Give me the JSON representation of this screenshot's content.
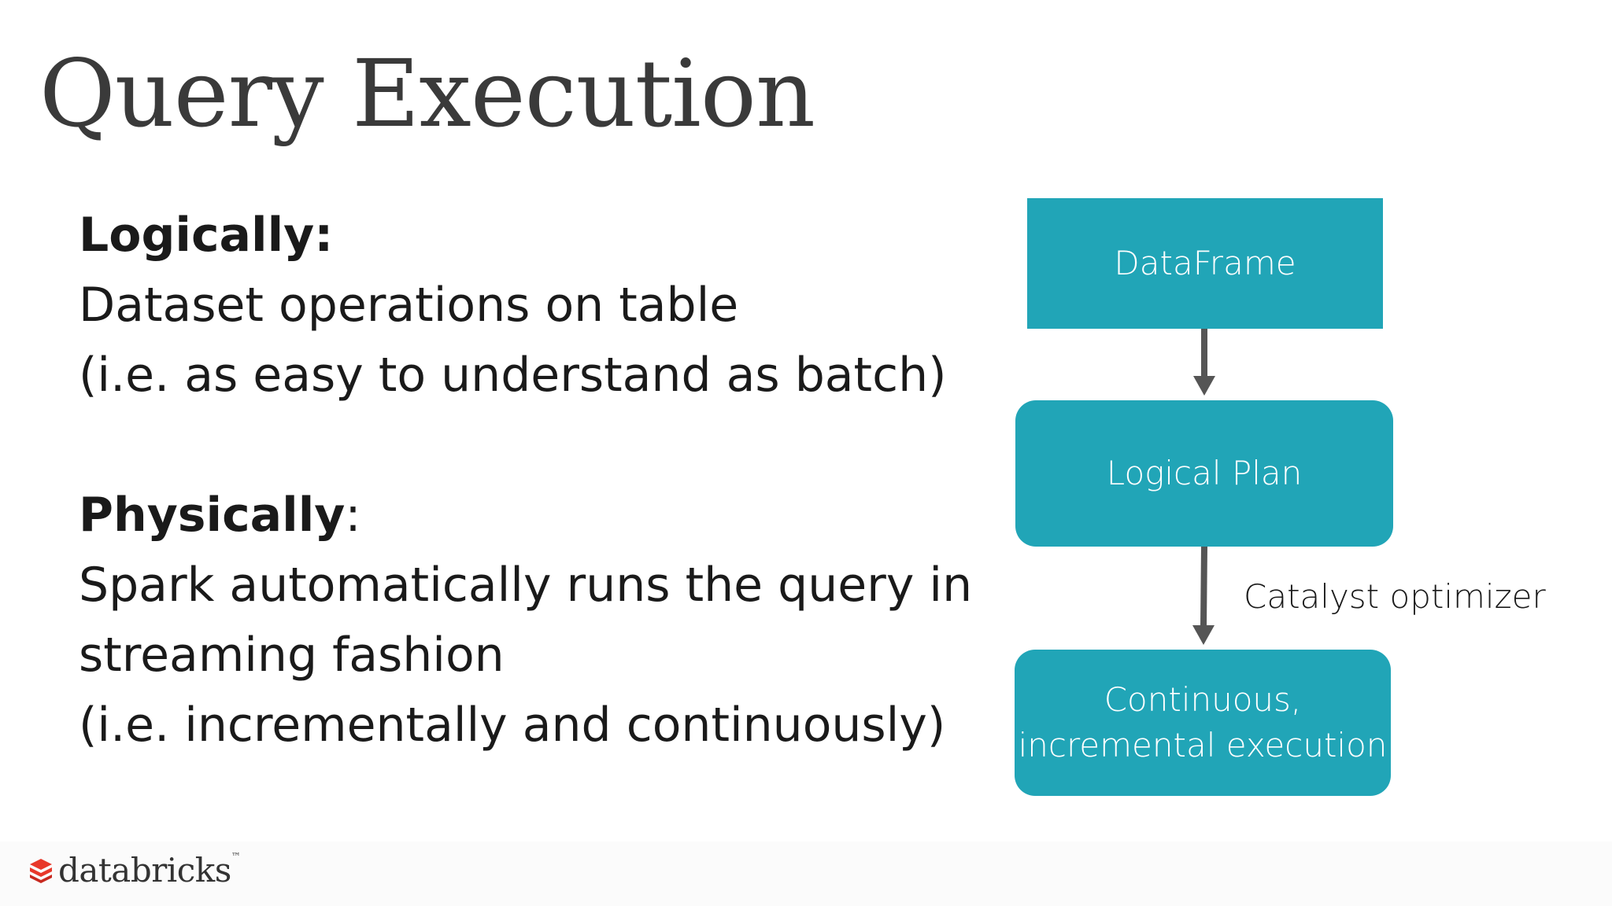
{
  "slide": {
    "title": "Query Execution",
    "logically": {
      "heading": "Logically:",
      "lines": [
        "Dataset operations on table",
        "(i.e. as easy to understand as batch)"
      ]
    },
    "physically": {
      "heading": "Physically",
      "heading_suffix": ":",
      "lines": [
        "Spark automatically runs the query in",
        "streaming fashion",
        "(i.e. incrementally and continuously)"
      ]
    }
  },
  "diagram": {
    "nodes": {
      "dataframe": "DataFrame",
      "logical_plan": "Logical Plan",
      "execution_line1": "Continuous,",
      "execution_line2": "incremental execution"
    },
    "edge_label": "Catalyst optimizer",
    "box_color": "#21a5b7",
    "arrow_color": "#555555"
  },
  "footer": {
    "logo_text": "databricks",
    "logo_tm": "™",
    "logo_color": "#e8382a"
  }
}
